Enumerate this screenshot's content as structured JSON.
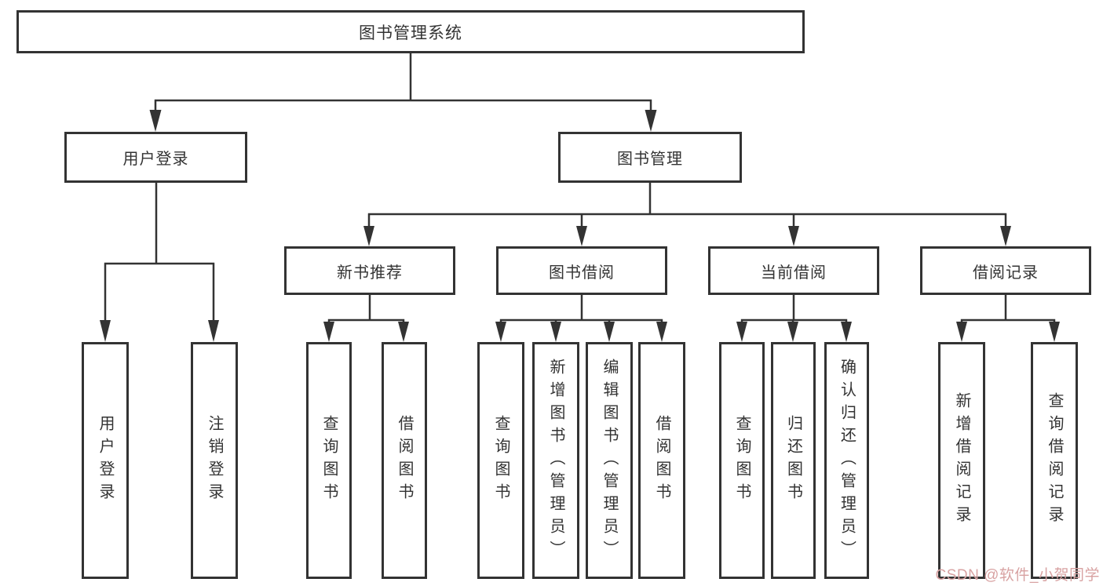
{
  "nodes": {
    "root": "图书管理系统",
    "user_login": "用户登录",
    "book_management": "图书管理",
    "new_book_recommend": "新书推荐",
    "book_borrowing": "图书借阅",
    "current_borrowing": "当前借阅",
    "borrowing_records": "借阅记录",
    "leaves": {
      "user_login": "用户登录",
      "logout": "注销登录",
      "rec_query_books": "查询图书",
      "rec_borrow_books": "借阅图书",
      "borrow_query_books": "查询图书",
      "borrow_add_books": "新增图书（管理员）",
      "borrow_edit_books": "编辑图书（管理员）",
      "borrow_borrow_books": "借阅图书",
      "current_query_books": "查询图书",
      "current_return_books": "归还图书",
      "current_confirm_return": "确认归还（管理员）",
      "records_add_record": "新增借阅记录",
      "records_query_record": "查询借阅记录"
    }
  },
  "watermark": "CSDN @软件_小贺同学",
  "colors": {
    "line": "#333333",
    "box_border": "#333333",
    "background": "#ffffff",
    "watermark": "#d8a2a2"
  }
}
